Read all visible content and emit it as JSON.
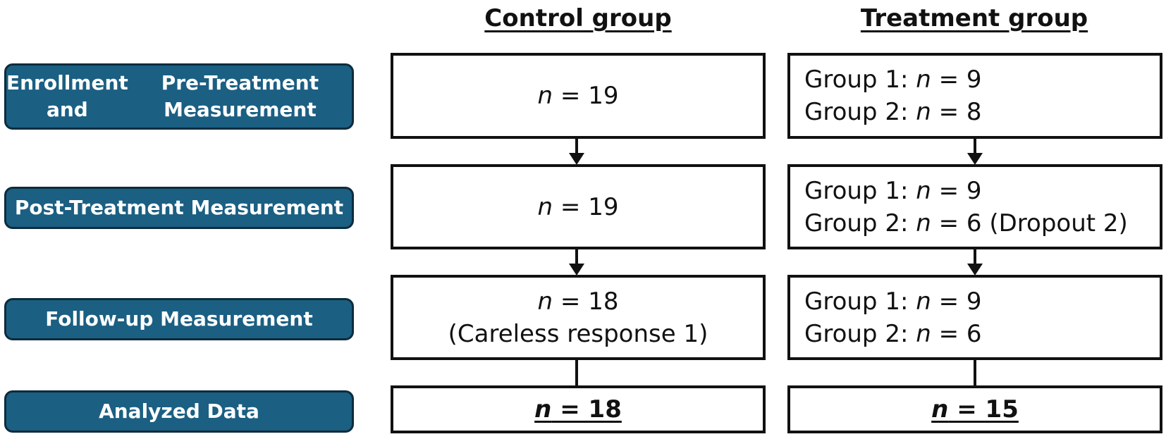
{
  "headers": {
    "control": "Control group",
    "treatment": "Treatment group"
  },
  "stages": [
    {
      "line1": "Enrollment and",
      "line2": "Pre-Treatment Measurement"
    },
    {
      "line1": "Post-Treatment Measurement"
    },
    {
      "line1": "Follow-up Measurement"
    },
    {
      "line1": "Analyzed Data"
    }
  ],
  "n_symbol": "n",
  "control": {
    "enrollment": {
      "n": "19"
    },
    "post": {
      "n": "19"
    },
    "followup": {
      "n": "18",
      "note": "(Careless response 1)"
    },
    "analyzed": {
      "n": "18"
    }
  },
  "treatment": {
    "enrollment": {
      "g1_label": "Group 1:",
      "g1_n": "9",
      "g2_label": "Group 2:",
      "g2_n": "8"
    },
    "post": {
      "g1_label": "Group 1:",
      "g1_n": "9",
      "g2_label": "Group 2:",
      "g2_n": "6",
      "g2_note": "(Dropout 2)"
    },
    "followup": {
      "g1_label": "Group 1:",
      "g1_n": "9",
      "g2_label": "Group 2:",
      "g2_n": "6"
    },
    "analyzed": {
      "n": "15"
    }
  },
  "colors": {
    "stage_fill": "#1b5f83",
    "stage_border": "#0c2c3d",
    "box_border": "#111111"
  }
}
